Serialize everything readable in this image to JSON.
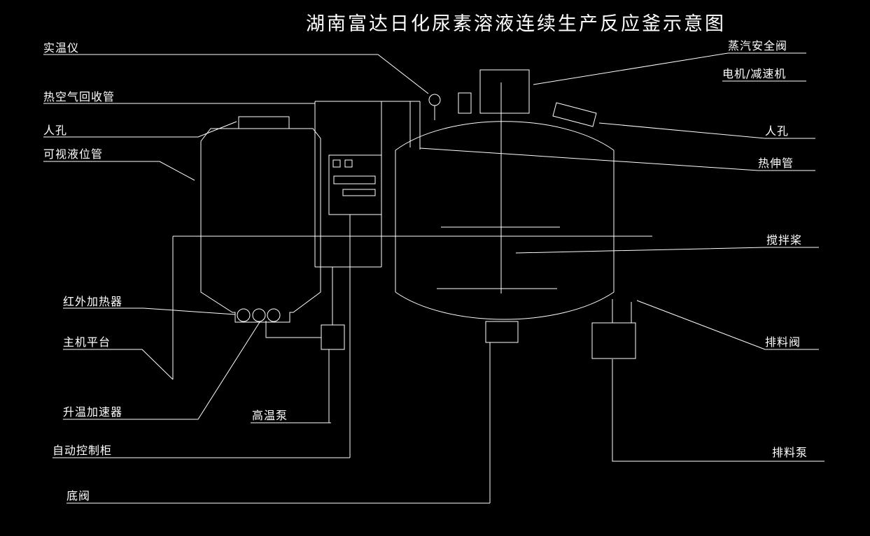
{
  "title": "湖南富达日化尿素溶液连续生产反应釜示意图",
  "labels": {
    "temp_instrument": "实温仪",
    "hot_air_recovery_pipe": "热空气回收管",
    "manhole_left": "人孔",
    "visible_level_tube": "可视液位管",
    "infrared_heater": "红外加热器",
    "main_platform": "主机平台",
    "heating_accelerator": "升温加速器",
    "high_temp_pump": "高温泵",
    "auto_control_cabinet": "自动控制柜",
    "bottom_valve": "底阀",
    "steam_safety_valve": "蒸汽安全阀",
    "motor_reducer": "电机/减速机",
    "manhole_right": "人孔",
    "heat_extension_pipe": "热伸管",
    "agitator_paddle": "搅拌桨",
    "discharge_valve": "排料阀",
    "discharge_pump": "排料泵"
  },
  "colors": {
    "background": "#000000",
    "line": "#ffffff"
  }
}
